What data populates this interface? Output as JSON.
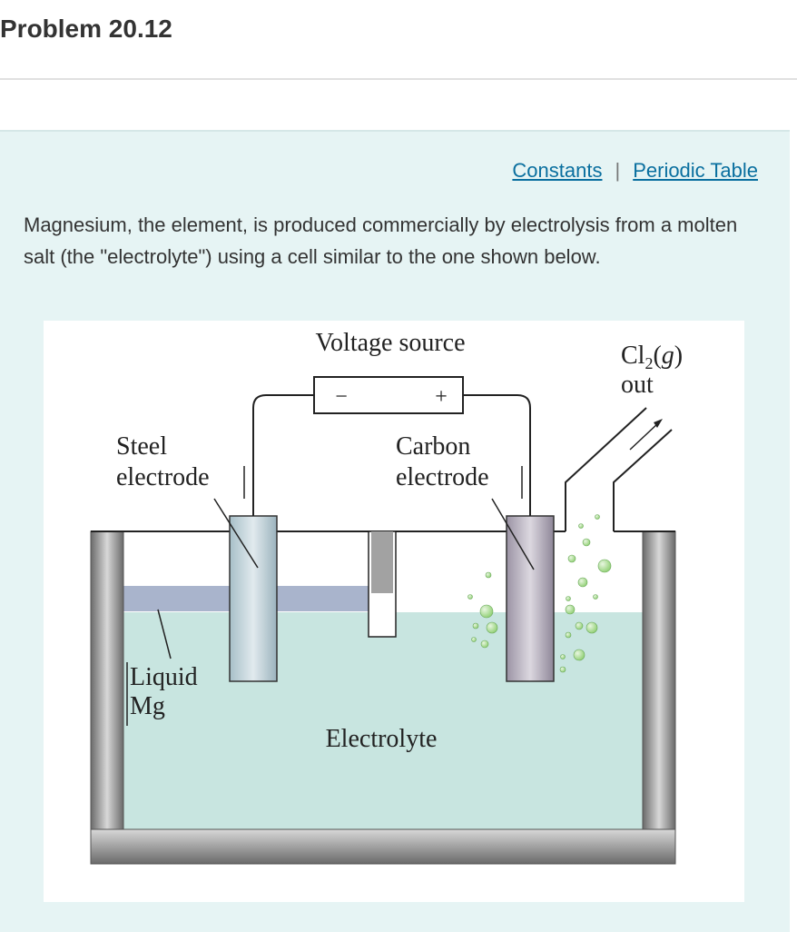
{
  "header": {
    "title": "Problem 20.12"
  },
  "links": {
    "constants": "Constants",
    "separator": "|",
    "periodic_table": "Periodic Table"
  },
  "intro": "Magnesium, the element, is produced commercially by electrolysis from a molten salt (the \"electrolyte\") using a cell similar to the one shown below.",
  "diagram": {
    "voltage_source": "Voltage source",
    "minus": "−",
    "plus": "+",
    "cl2_prefix": "Cl",
    "cl2_sub": "2",
    "cl2_open": "(",
    "cl2_g": "g",
    "cl2_close": ")",
    "cl2_out": "out",
    "steel_line1": "Steel",
    "steel_line2": "electrode",
    "carbon_line1": "Carbon",
    "carbon_line2": "electrode",
    "liquid_line1": "Liquid",
    "liquid_line2": "Mg",
    "electrolyte": "Electrolyte"
  }
}
